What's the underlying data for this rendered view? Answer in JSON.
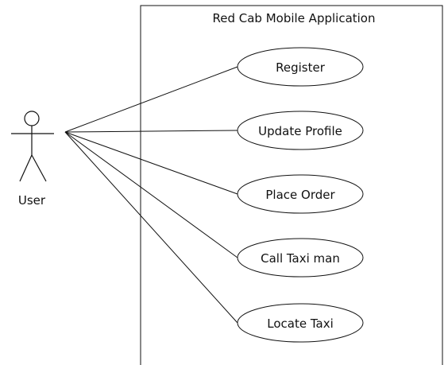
{
  "system": {
    "title": "Red Cab Mobile Application"
  },
  "actor": {
    "name": "User"
  },
  "use_cases": [
    {
      "label": "Register"
    },
    {
      "label": "Update Profile"
    },
    {
      "label": "Place Order"
    },
    {
      "label": "Call Taxi man"
    },
    {
      "label": "Locate Taxi"
    }
  ],
  "colors": {
    "stroke": "#111111",
    "fill": "#ffffff"
  }
}
